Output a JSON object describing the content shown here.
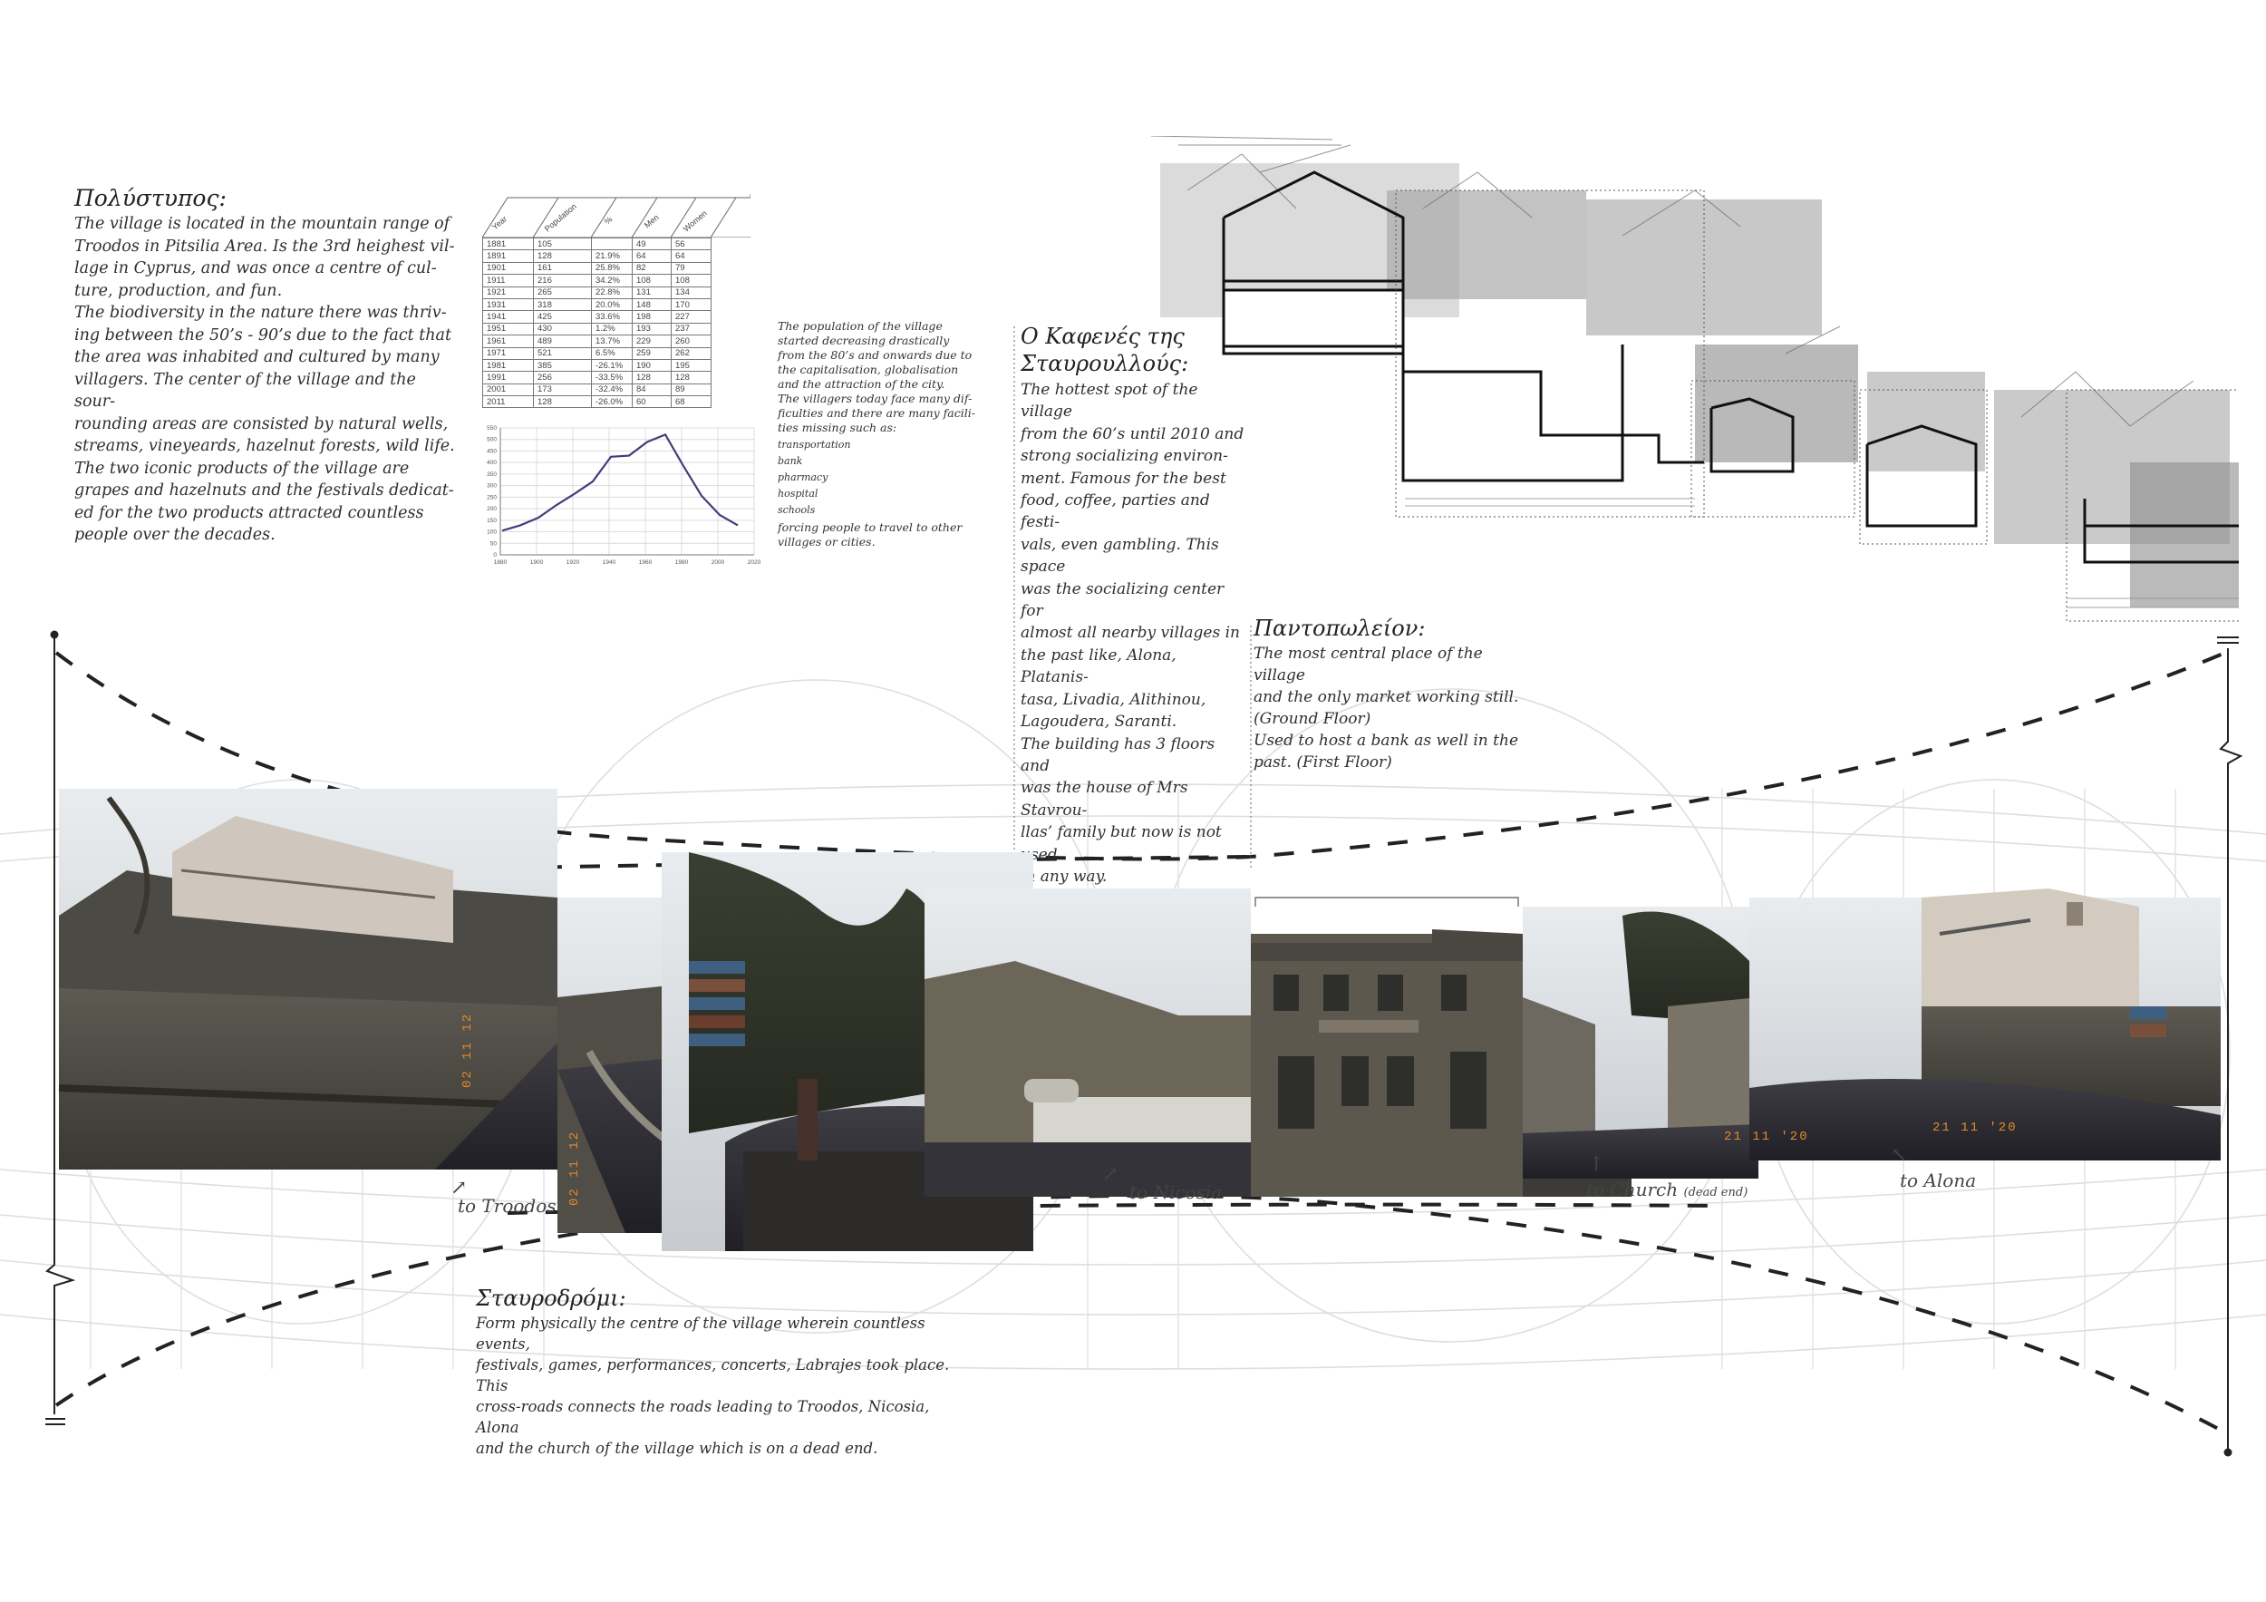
{
  "intro": {
    "title": "Πολύστυπος:",
    "lines": [
      "The village is located in the mountain range of",
      "Troodos in Pitsilia Area. Is the 3rd heighest vil-",
      "lage in Cyprus, and was once a centre of cul-",
      "ture, production, and fun.",
      "The biodiversity in the nature there was thriv-",
      "ing between the 50’s - 90’s due to the fact that",
      "the area was inhabited and cultured by many",
      "villagers. The center of the village and the sour-",
      "rounding areas are consisted by natural wells,",
      "streams, vineyeards, hazelnut forests, wild life.",
      "The two iconic products of the village are",
      "grapes and hazelnuts and the festivals dedicat-",
      "ed for the two products attracted countless",
      "people over the decades."
    ]
  },
  "population_table": {
    "headers": [
      "Year",
      "Population",
      "%",
      "Men",
      "Women"
    ],
    "rows": [
      [
        "1881",
        "105",
        "",
        "49",
        "56"
      ],
      [
        "1891",
        "128",
        "21.9%",
        "64",
        "64"
      ],
      [
        "1901",
        "161",
        "25.8%",
        "82",
        "79"
      ],
      [
        "1911",
        "216",
        "34.2%",
        "108",
        "108"
      ],
      [
        "1921",
        "265",
        "22.8%",
        "131",
        "134"
      ],
      [
        "1931",
        "318",
        "20.0%",
        "148",
        "170"
      ],
      [
        "1941",
        "425",
        "33.6%",
        "198",
        "227"
      ],
      [
        "1951",
        "430",
        "1.2%",
        "193",
        "237"
      ],
      [
        "1961",
        "489",
        "13.7%",
        "229",
        "260"
      ],
      [
        "1971",
        "521",
        "6.5%",
        "259",
        "262"
      ],
      [
        "1981",
        "385",
        "-26.1%",
        "190",
        "195"
      ],
      [
        "1991",
        "256",
        "-33.5%",
        "128",
        "128"
      ],
      [
        "2001",
        "173",
        "-32.4%",
        "84",
        "89"
      ],
      [
        "2011",
        "128",
        "-26.0%",
        "60",
        "68"
      ]
    ]
  },
  "chart_data": {
    "type": "line",
    "title": "",
    "xlabel": "",
    "ylabel": "",
    "x": [
      1881,
      1891,
      1901,
      1911,
      1921,
      1931,
      1941,
      1951,
      1961,
      1971,
      1981,
      1991,
      2001,
      2011
    ],
    "values": [
      105,
      128,
      161,
      216,
      265,
      318,
      425,
      430,
      489,
      521,
      385,
      256,
      173,
      128
    ],
    "xlim": [
      1880,
      2020
    ],
    "ylim": [
      0,
      550
    ],
    "x_ticks": [
      "1880",
      "1900",
      "1920",
      "1940",
      "1960",
      "1980",
      "2000",
      "2020"
    ],
    "y_ticks": [
      "0",
      "50",
      "100",
      "150",
      "200",
      "250",
      "300",
      "350",
      "400",
      "450",
      "500",
      "550"
    ],
    "grid": true,
    "line_color": "#4a3a7a"
  },
  "decline": {
    "lines": [
      "The population of the village",
      "started decreasing drastically",
      "from the 80’s and onwards due to",
      "the capitalisation, globalisation",
      "and the attraction of the city.",
      "The villagers today face many dif-",
      "ficulties and there are many facili-",
      "ties missing such as:"
    ],
    "items": [
      "transportation",
      "bank",
      "pharmacy",
      "hospital",
      "schools"
    ],
    "closing": [
      "forcing people to travel to other",
      "villages or cities."
    ]
  },
  "cafe": {
    "title_lines": [
      "Ο Καφενές της",
      "Σταυρουλλούς:"
    ],
    "lines": [
      "The hottest spot of the village",
      "from the 60’s until 2010 and",
      "strong socializing environ-",
      "ment. Famous for the best",
      "food, coffee, parties and festi-",
      "vals, even gambling. This space",
      "was the socializing center for",
      "almost all nearby villages in",
      "the past like, Alona, Platanis-",
      "tasa, Livadia, Alithinou,",
      "Lagoudera, Saranti.",
      "The building has 3 floors and",
      "was the house of Mrs Stavrou-",
      "llas’ family but now is not used",
      "in any way."
    ]
  },
  "shop": {
    "title": "Παντοπωλείον:",
    "lines": [
      "The most central place of the village",
      "and the only market working still.",
      "(Ground Floor)",
      "Used to host a bank as well in the",
      "past. (First Floor)"
    ]
  },
  "crossroads": {
    "title": "Σταυροδρόμι:",
    "lines": [
      "Form physically the centre of the village wherein countless events,",
      "festivals, games, performances, concerts, Labrajes took place. This",
      "cross-roads connects the roads leading to Troodos, Nicosia, Alona",
      "and the church of the village which is on a dead end."
    ]
  },
  "directions": {
    "troodos": "to Troodos",
    "nicosia": "to Nicosia",
    "church": "to Church",
    "church_note": "(dead end)",
    "alona": "to Alona"
  },
  "photo_stamps": [
    "02 11 12",
    "02 11 12",
    "21 11 '20",
    "21 11 '20"
  ],
  "colors": {
    "text": "#2b2b2b",
    "chart_line": "#4a3a7a",
    "stamp": "#e58a2a",
    "grid": "#d9d9d9"
  }
}
